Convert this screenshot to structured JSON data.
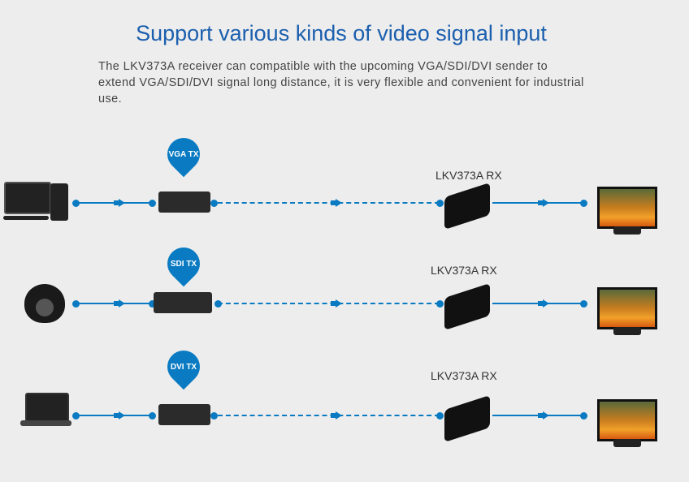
{
  "header": {
    "title": "Support various kinds of video signal input",
    "description": "The LKV373A receiver can compatible with the upcoming VGA/SDI/DVI sender to extend VGA/SDI/DVI signal long distance, it is very flexible and convenient for industrial use."
  },
  "rows": [
    {
      "source": "desktop-computer",
      "tx_label": "VGA TX",
      "rx_label": "LKV373A RX"
    },
    {
      "source": "dome-camera",
      "tx_label": "SDI TX",
      "rx_label": "LKV373A RX"
    },
    {
      "source": "laptop",
      "tx_label": "DVI TX",
      "rx_label": "LKV373A RX"
    }
  ],
  "colors": {
    "accent": "#0a7bc2",
    "title": "#1b5fae"
  }
}
